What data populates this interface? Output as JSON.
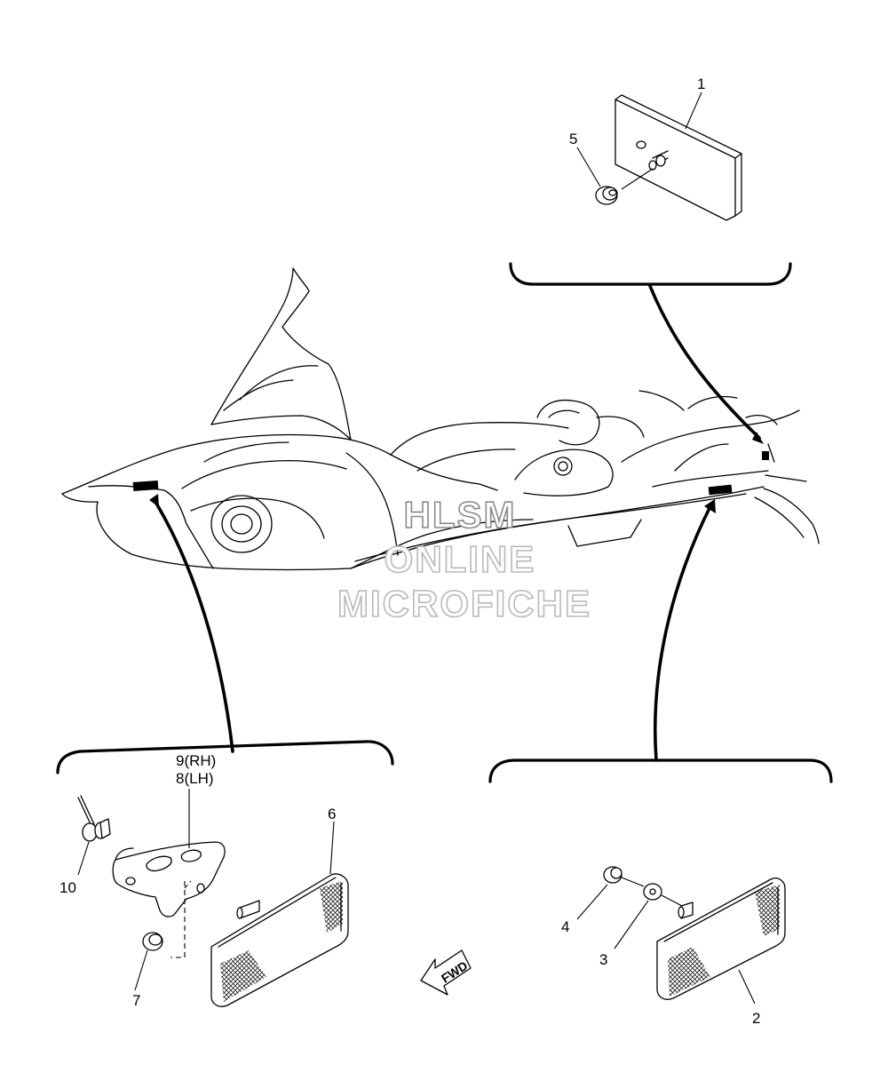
{
  "callouts": {
    "p1": "1",
    "p2": "2",
    "p3": "3",
    "p4": "4",
    "p5": "5",
    "p6": "6",
    "p7": "7",
    "p8": "8(LH)",
    "p9": "9(RH)",
    "p10": "10"
  },
  "direction_label": "FWD",
  "watermark": {
    "line1": "HLSM",
    "line2": "ONLINE",
    "line3": "MICROFICHE"
  }
}
